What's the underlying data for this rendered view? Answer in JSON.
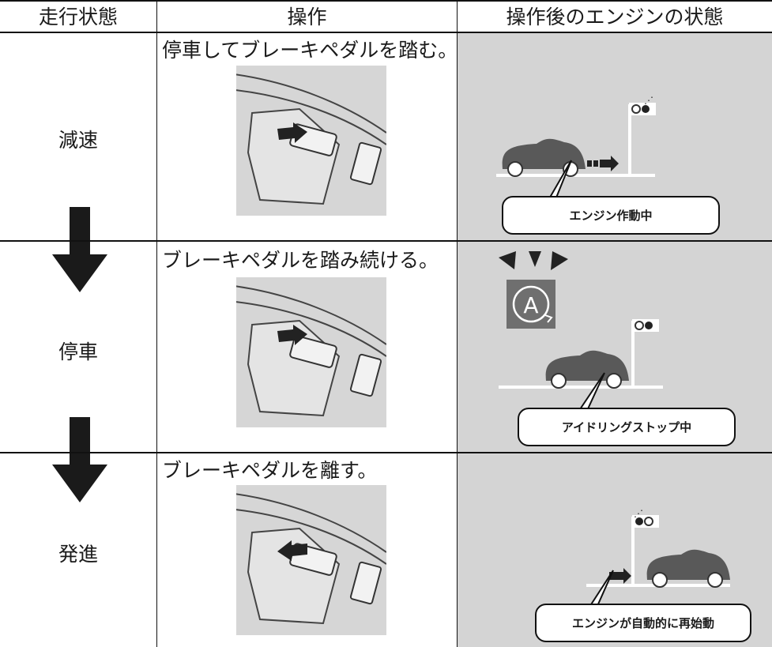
{
  "headers": [
    "走行状態",
    "操作",
    "操作後のエンジンの状態"
  ],
  "rows": [
    {
      "state": "減速",
      "operation": "停車してブレーキペダルを踏む。",
      "engine_status": "エンジン作動中"
    },
    {
      "state": "停車",
      "operation": "ブレーキペダルを踏み続ける。",
      "engine_status": "アイドリングストップ中",
      "indicator_label": "A"
    },
    {
      "state": "発進",
      "operation": "ブレーキペダルを離す。",
      "engine_status": "エンジンが自動的に再始動"
    }
  ],
  "colors": {
    "panel": "#d4d4d4",
    "car": "#595959",
    "indicator": "#6f6f6f",
    "line": "#111111"
  }
}
